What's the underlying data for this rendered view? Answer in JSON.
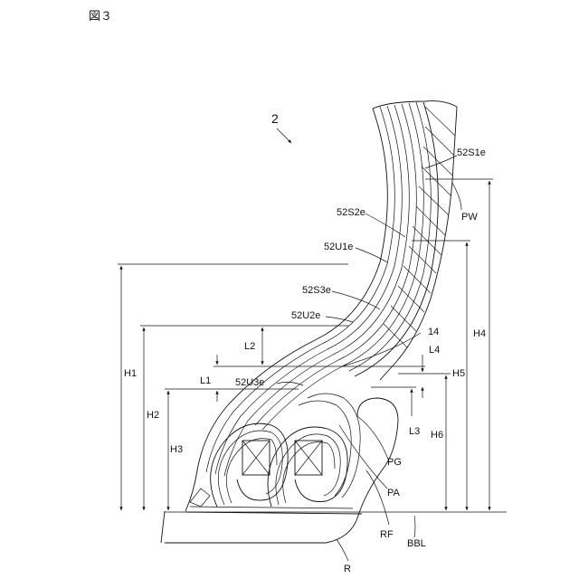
{
  "figure": {
    "title": "図３",
    "reference_number": "2"
  },
  "labels": {
    "s1e": "52S1e",
    "pw": "PW",
    "s2e": "52S2e",
    "u1e": "52U1e",
    "s3e": "52S3e",
    "u2e": "52U2e",
    "n14": "14",
    "l2": "L2",
    "l4": "L4",
    "l1": "L1",
    "u3e": "52U3e",
    "h1": "H1",
    "h2": "H2",
    "h3": "H3",
    "h4": "H4",
    "h5": "H5",
    "h6": "H6",
    "l3": "L3",
    "pg": "PG",
    "pa": "PA",
    "rf": "RF",
    "bbl": "BBL",
    "r": "R"
  }
}
